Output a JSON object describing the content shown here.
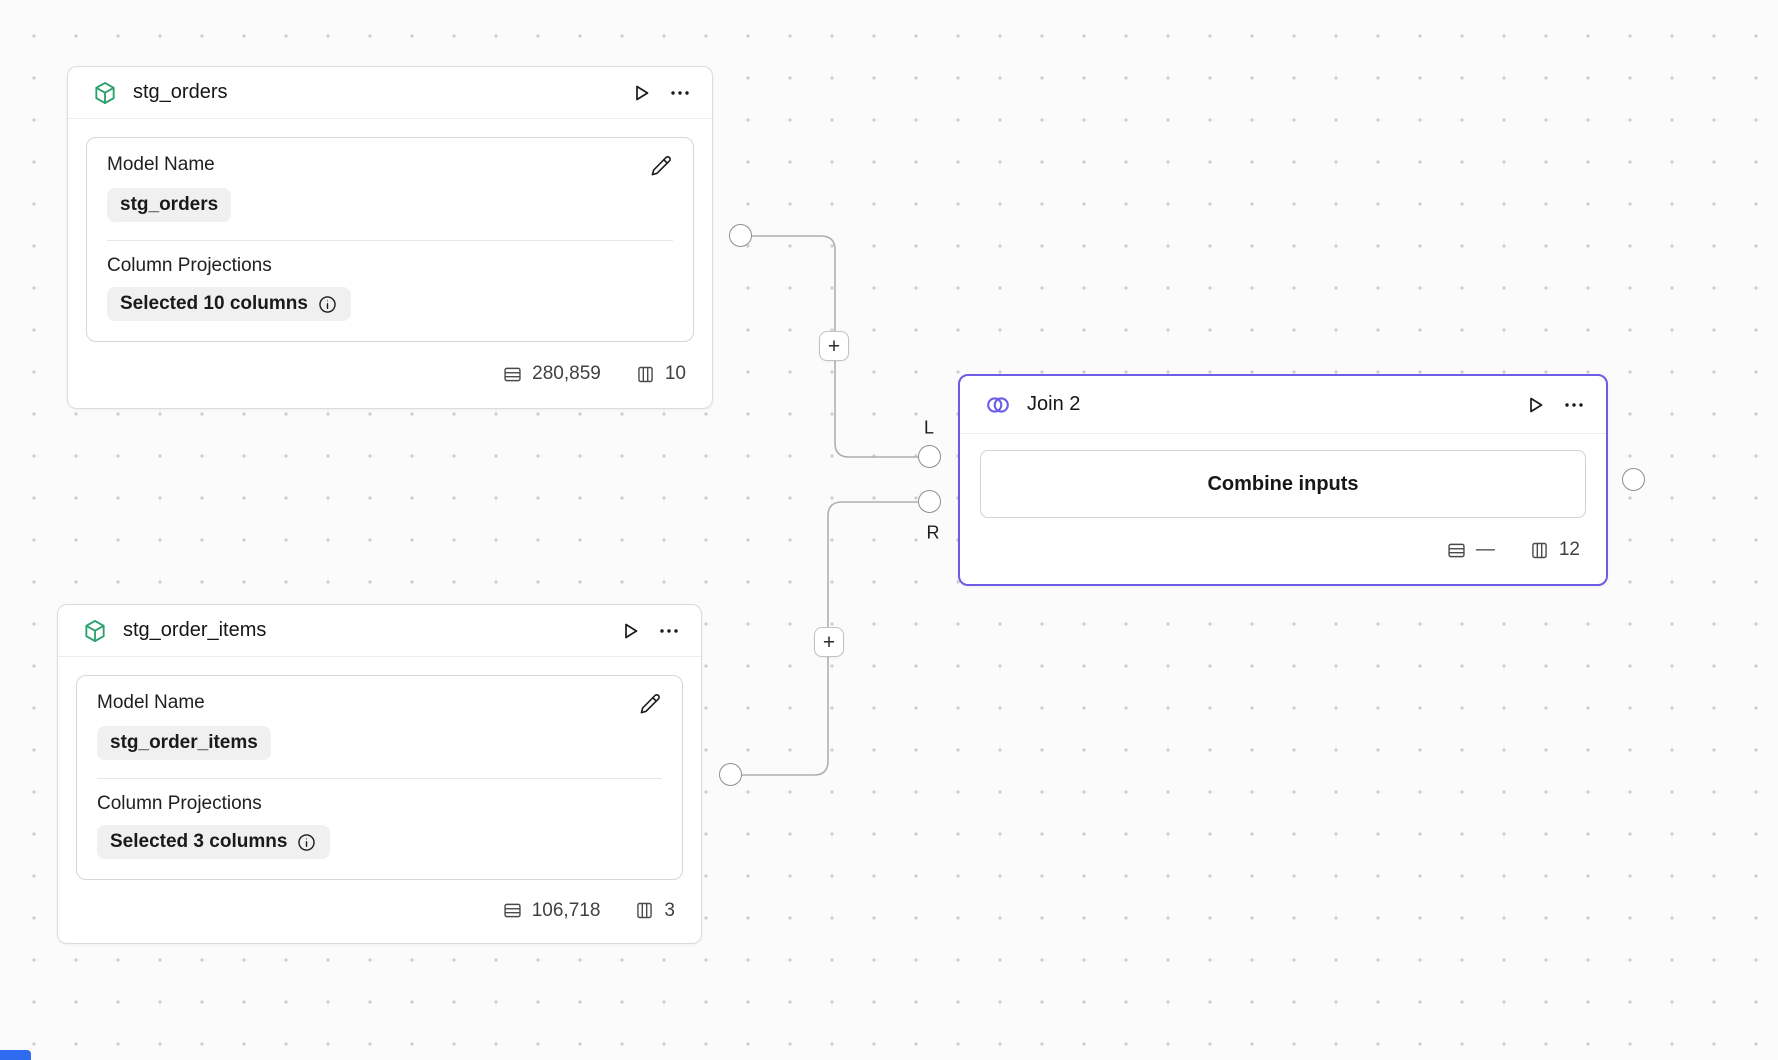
{
  "theme": {
    "accent_purple": "#6d5ce6",
    "accent_green": "#2aa06a",
    "edge_color": "#b0b0b0",
    "badge_bg": "#f0f0f1",
    "sliver_blue": "#2f6bf0"
  },
  "nodes": {
    "stg_orders": {
      "title": "stg_orders",
      "model_name_label": "Model Name",
      "model_name_value": "stg_orders",
      "projections_label": "Column Projections",
      "projections_value": "Selected 10 columns",
      "rows": "280,859",
      "columns": "10"
    },
    "stg_order_items": {
      "title": "stg_order_items",
      "model_name_label": "Model Name",
      "model_name_value": "stg_order_items",
      "projections_label": "Column Projections",
      "projections_value": "Selected 3 columns",
      "rows": "106,718",
      "columns": "3"
    },
    "join": {
      "title": "Join 2",
      "button_label": "Combine inputs",
      "rows": "—",
      "columns": "12",
      "ports": {
        "left": "L",
        "right": "R"
      }
    }
  },
  "edge_controls": {
    "plus": "+"
  }
}
